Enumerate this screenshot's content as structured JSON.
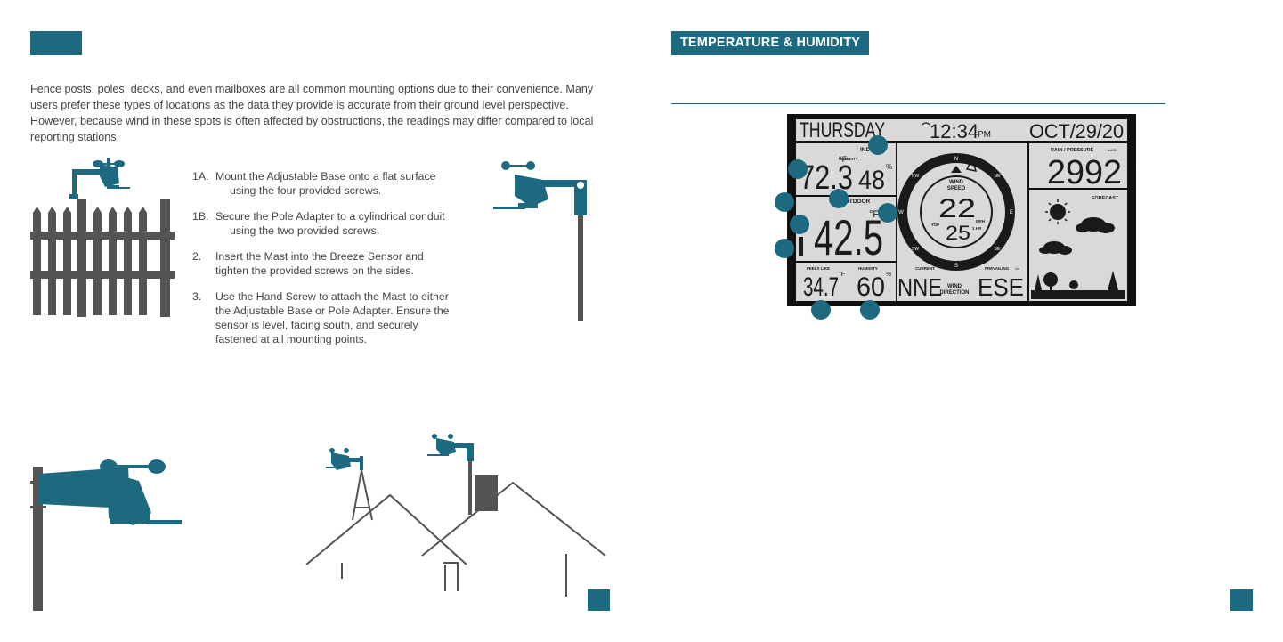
{
  "left_page": {
    "intro": "Fence posts, poles, decks, and even mailboxes are all common mounting options due to their convenience. Many users prefer these types of locations as the data they provide is accurate from their ground level perspective. However, because wind in these spots is often affected by obstructions, the readings may differ compared to local reporting stations.",
    "steps": [
      {
        "num": "1A.",
        "line1": "Mount the Adjustable Base onto a flat surface",
        "line2": "using the four provided screws."
      },
      {
        "num": "1B.",
        "line1": "Secure the Pole Adapter to a cylindrical conduit",
        "line2": "using the two provided screws."
      },
      {
        "num": "2.",
        "line1": "Insert the Mast into the Breeze Sensor and",
        "line2": "tighten the provided screws on the sides."
      },
      {
        "num": "3.",
        "line1": "Use the Hand Screw to attach the Mast to either",
        "line2": "the Adjustable Base or Pole Adapter. Ensure the",
        "line3": "sensor is level, facing south, and securely",
        "line4": "fastened at all mounting points."
      }
    ]
  },
  "right_page": {
    "title": "TEMPERATURE & HUMIDITY"
  },
  "display": {
    "day": "THURSDAY",
    "time": "12:34",
    "time_suffix": "PM",
    "date": "OCT/29/20",
    "indoor_label": "INDOOR",
    "humidity_label": "HUMIDITY",
    "indoor_temp": "72.3",
    "indoor_temp_unit": "°F",
    "indoor_humidity": "48",
    "percent": "%",
    "outdoor_label": "OUTDOOR",
    "outdoor_temp": "42.5",
    "outdoor_temp_unit": "°F",
    "feels_like_label": "FEELS LIKE",
    "feels_like": "34.7",
    "feels_like_unit": "°F",
    "outdoor_humidity_label": "HUMIDITY",
    "outdoor_humidity": "60",
    "wind_speed_label_1": "WIND",
    "wind_speed_label_2": "SPEED",
    "wind_speed": "22",
    "wind_unit": "MPH",
    "top_label": "TOP",
    "hr_label": "1 HR",
    "top_speed": "25",
    "compass": [
      "N",
      "NE",
      "E",
      "SE",
      "S",
      "SW",
      "W",
      "NW"
    ],
    "current_label": "CURRENT",
    "prevailing_label": "PREVAILING",
    "prevailing_time": "1hr",
    "wind_direction_label_1": "WIND",
    "wind_direction_label_2": "DIRECTION",
    "current_dir": "NNE",
    "prevailing_dir": "ESE",
    "pressure_label": "RAIN / PRESSURE",
    "pressure_unit": "inHG",
    "pressure": "2992",
    "forecast_label": "FORECAST"
  },
  "colors": {
    "accent": "#1d6a80",
    "lcd_bg": "#d9d9d9",
    "lcd_frame": "#111111",
    "lcd_ink": "#1a1a1a",
    "fence": "#545454"
  }
}
